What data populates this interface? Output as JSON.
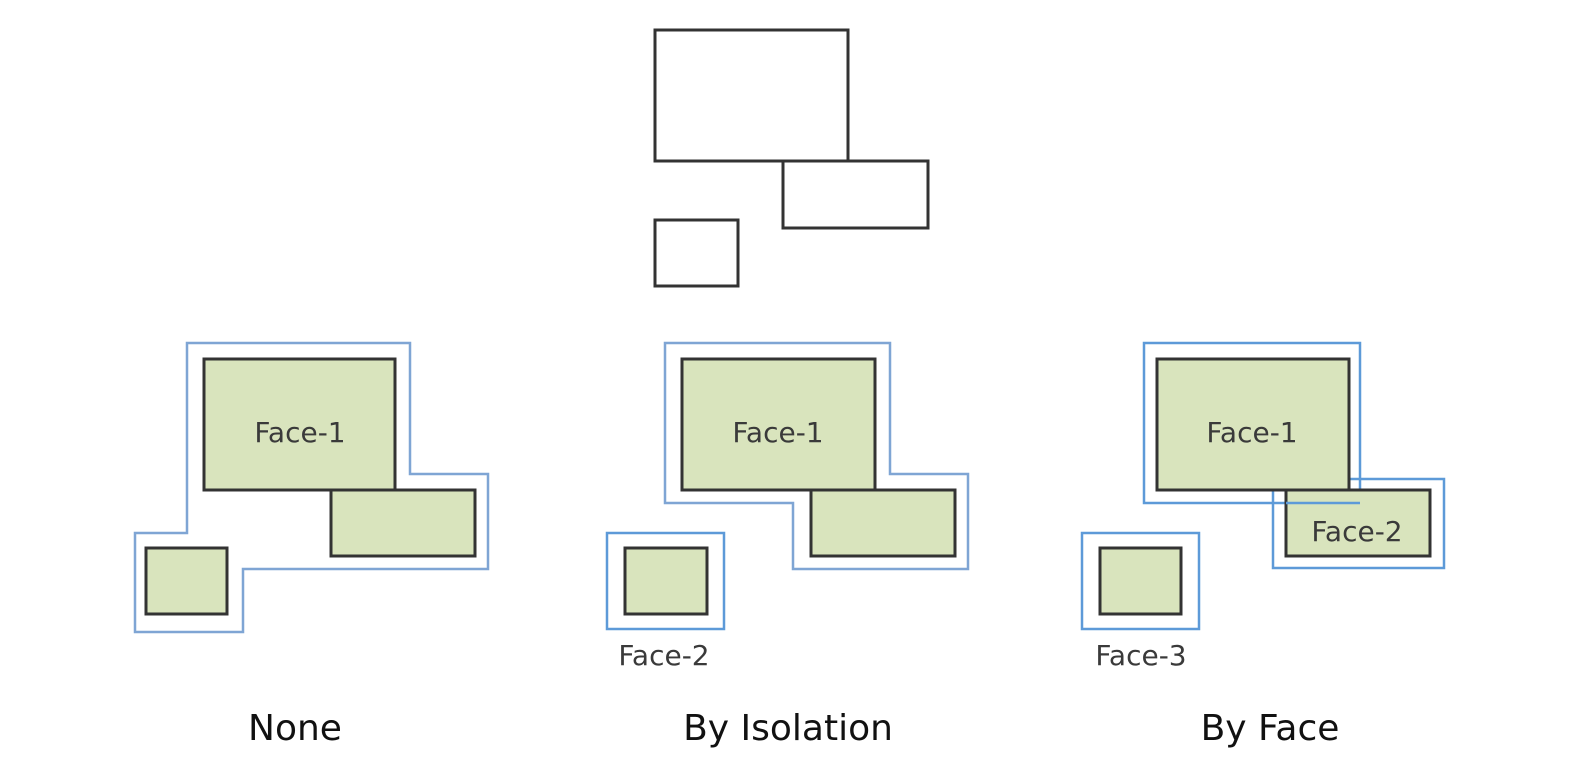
{
  "panels": {
    "none": {
      "caption": "None",
      "face1_label": "Face-1"
    },
    "by_isolation": {
      "caption": "By Isolation",
      "face1_label": "Face-1",
      "face2_label": "Face-2"
    },
    "by_face": {
      "caption": "By Face",
      "face1_label": "Face-1",
      "face2_label": "Face-2",
      "face3_label": "Face-3"
    }
  },
  "colors": {
    "face_fill": "#d9e4bd",
    "face_stroke": "#333333",
    "outline_blue": "#7fa5d4",
    "outline_blue_strong": "#5d9ad8"
  }
}
